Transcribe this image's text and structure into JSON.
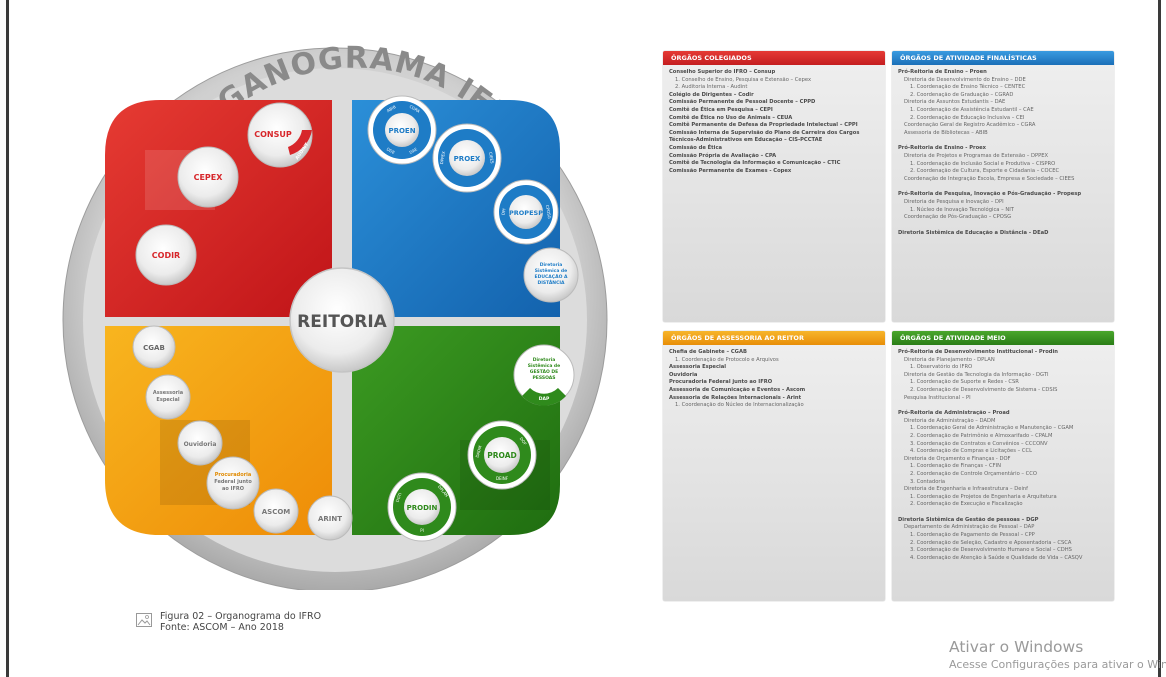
{
  "diagram": {
    "title": "ORGANOGRAMA IFRO",
    "center": "REITORIA",
    "nodes": {
      "consup": "CONSUP",
      "audint": "AUDINT",
      "cepex": "CEPEX",
      "codir": "CODIR",
      "cgab": "CGAB",
      "assessoria": "Assessoria Especial",
      "ouvidoria": "Ouvidoria",
      "procuradoria": "Procuradoria Federal junto ao IFRO",
      "ascom": "ASCOM",
      "arint": "ARINT",
      "proen": "PROEN",
      "proen_subs": [
        "ABIB",
        "CGRA",
        "DDE",
        "DAE"
      ],
      "proex": "PROEX",
      "proex_subs": [
        "DPPEX",
        "CIEES"
      ],
      "propesp": "PROPESP",
      "propesp_subs": [
        "DPI",
        "CPOSG"
      ],
      "dead": "Diretoria Sistêmica de EDUCAÇÃO A DISTÂNCIA",
      "dgp": "Diretoria Sistêmica de GESTÃO DE PESSOAS",
      "dap": "DAP",
      "proad": "PROAD",
      "proad_subs": [
        "DADM",
        "DOF",
        "DEINF"
      ],
      "prodin": "PRODIN",
      "prodin_subs": [
        "DGTI",
        "DPLAN",
        "PI"
      ]
    }
  },
  "panels": {
    "colegiados": {
      "header": "ÓRGÃOS COLEGIADOS",
      "items": [
        {
          "t": "Conselho Superior do IFRO – Consup",
          "l": 0
        },
        {
          "t": "1. Conselho de Ensino, Pesquisa e Extensão – Cepex",
          "l": 1
        },
        {
          "t": "2. Auditoria Interna - Audint",
          "l": 1
        },
        {
          "t": "Colégio de Dirigentes – Codir",
          "l": 0
        },
        {
          "t": "Comissão Permanente de Pessoal Docente – CPPD",
          "l": 0
        },
        {
          "t": "Comitê de Ética em Pesquisa – CEPI",
          "l": 0
        },
        {
          "t": "Comitê de Ética no Uso de Animais – CEUA",
          "l": 0
        },
        {
          "t": "Comitê Permanente de Defesa da Propriedade Intelectual – CPPI",
          "l": 0
        },
        {
          "t": "Comissão Interna de Supervisão do Plano de Carreira dos Cargos",
          "l": 0
        },
        {
          "t": "Técnicos-Administrativos em Educação – CIS-PCCTAE",
          "l": 0
        },
        {
          "t": "Comissão de Ética",
          "l": 0
        },
        {
          "t": "Comissão Própria de Avaliação – CPA",
          "l": 0
        },
        {
          "t": "Comitê de Tecnologia da Informação e Comunicação – CTIC",
          "l": 0
        },
        {
          "t": "Comissão Permanente de Exames - Copex",
          "l": 0
        }
      ]
    },
    "finalisticas": {
      "header": "ÓRGÃOS DE ATIVIDADE FINALÍSTICAS",
      "items": [
        {
          "t": "Pró-Reitoria de Ensino – Proen",
          "l": 0
        },
        {
          "t": "Diretoria de Desenvolvimento do Ensino – DDE",
          "l": 1
        },
        {
          "t": "1. Coordenação de Ensino Técnico – CENTEC",
          "l": 2
        },
        {
          "t": "2. Coordenação de Graduação – CGRAD",
          "l": 2
        },
        {
          "t": "Diretoria de Assuntos Estudantis – DAE",
          "l": 1
        },
        {
          "t": "1. Coordenação de Assistência Estudantil – CAE",
          "l": 2
        },
        {
          "t": "2. Coordenação de Educação Inclusiva – CEI",
          "l": 2
        },
        {
          "t": "Coordenação Geral de Registro Acadêmico – CGRA",
          "l": 1
        },
        {
          "t": "Assessoria de Bibliotecas – ABIB",
          "l": 1
        },
        {
          "t": "Pró-Reitoria de Ensino - Proex",
          "l": 0,
          "gap": true
        },
        {
          "t": "Diretoria de Projetos e Programas de Extensão – DPPEX",
          "l": 1
        },
        {
          "t": "1. Coordenação de Inclusão Social e Produtiva – CISPRO",
          "l": 2
        },
        {
          "t": "2. Coordenação de Cultura, Esporte e Cidadania – COCEC",
          "l": 2
        },
        {
          "t": "Coordenação de Integração Escola, Empresa e Sociedade – CIEES",
          "l": 1
        },
        {
          "t": "Pró-Reitoria de Pesquisa, Inovação e Pós-Graduação - Propesp",
          "l": 0,
          "gap": true
        },
        {
          "t": "Diretoria de Pesquisa e Inovação – DPI",
          "l": 1
        },
        {
          "t": "1. Núcleo de Inovação Tecnológica – NIT",
          "l": 2
        },
        {
          "t": "Coordenação de Pós-Graduação – CPOSG",
          "l": 1
        },
        {
          "t": "Diretoria Sistêmica de Educação a Distância - DEaD",
          "l": 0,
          "gap": true
        }
      ]
    },
    "assessoria": {
      "header": "ÓRGÃOS DE ASSESSORIA AO REITOR",
      "items": [
        {
          "t": "Chefia de Gabinete – CGAB",
          "l": 0
        },
        {
          "t": "1. Coordenação de Protocolo e Arquivos",
          "l": 1
        },
        {
          "t": "Assessoria Especial",
          "l": 0
        },
        {
          "t": "Ouvidoria",
          "l": 0
        },
        {
          "t": "Procuradoria Federal junto ao IFRO",
          "l": 0
        },
        {
          "t": "Assessoria de Comunicação e Eventos - Ascom",
          "l": 0
        },
        {
          "t": "Assessoria de Relações Internacionais - Arint",
          "l": 0
        },
        {
          "t": "1. Coordenação do Núcleo de Internacionalização",
          "l": 1
        }
      ]
    },
    "meio": {
      "header": "ÓRGÃOS DE ATIVIDADE MEIO",
      "items": [
        {
          "t": "Pró-Reitoria de Desenvolvimento Institucional - Prodin",
          "l": 0
        },
        {
          "t": "Diretoria de Planejamento - DPLAN",
          "l": 1
        },
        {
          "t": "1. Observatório do IFRO",
          "l": 2
        },
        {
          "t": "Diretoria de Gestão da Tecnologia da Informação - DGTI",
          "l": 1
        },
        {
          "t": "1. Coordenação de Suporte e Redes - CSR",
          "l": 2
        },
        {
          "t": "2. Coordenação de Desenvolvimento de Sistema - CDSIS",
          "l": 2
        },
        {
          "t": "Pesquisa Institucional – PI",
          "l": 1
        },
        {
          "t": "Pró-Reitoria de Administração – Proad",
          "l": 0,
          "gap": true
        },
        {
          "t": "Diretoria de Administração – DADM",
          "l": 1
        },
        {
          "t": "1. Coordenação Geral de Administração e Manutenção – CGAM",
          "l": 2
        },
        {
          "t": "2. Coordenação de Patrimônio e Almoxarifado – CPALM",
          "l": 2
        },
        {
          "t": "3. Coordenação de Contratos e Convênios – CCCONV",
          "l": 2
        },
        {
          "t": "4. Coordenação de Compras e Licitações – CCL",
          "l": 2
        },
        {
          "t": "Diretoria de Orçamento e Finanças - DOF",
          "l": 1
        },
        {
          "t": "1. Coordenação de Finanças – CFIN",
          "l": 2
        },
        {
          "t": "2. Coordenação de Controle Orçamentário – CCO",
          "l": 2
        },
        {
          "t": "3. Contadoria",
          "l": 2
        },
        {
          "t": "Diretoria de Engenharia e Infraestrutura – Deinf",
          "l": 1
        },
        {
          "t": "1. Coordenação de Projetos de Engenharia e Arquitetura",
          "l": 2
        },
        {
          "t": "2. Coordenação de Execução e Fiscalização",
          "l": 2
        },
        {
          "t": "Diretoria Sistêmica de Gestão de pessoas – DGP",
          "l": 0,
          "gap": true
        },
        {
          "t": "Departamento de Administração de Pessoal – DAP",
          "l": 1
        },
        {
          "t": "1. Coordenação de Pagamento de Pessoal – CPP",
          "l": 2
        },
        {
          "t": "2. Coordenação de Seleção, Cadastro e Aposentadoria – CSCA",
          "l": 2
        },
        {
          "t": "3. Coordenação de Desenvolvimento Humano e Social – CDHS",
          "l": 2
        },
        {
          "t": "4. Coordenação de Atenção à Saúde e Qualidade de Vida – CASQV",
          "l": 2
        }
      ]
    }
  },
  "caption": {
    "title": "Figura 02 – Organograma do IFRO",
    "source": "Fonte: ASCOM – Ano 2018"
  },
  "watermark": {
    "title": "Ativar o Windows",
    "subtitle": "Acesse Configurações para ativar o Win"
  },
  "colors": {
    "red": "#d7262a",
    "blue": "#1e7cc6",
    "orange": "#f2a20d",
    "green": "#2f8a1c"
  }
}
